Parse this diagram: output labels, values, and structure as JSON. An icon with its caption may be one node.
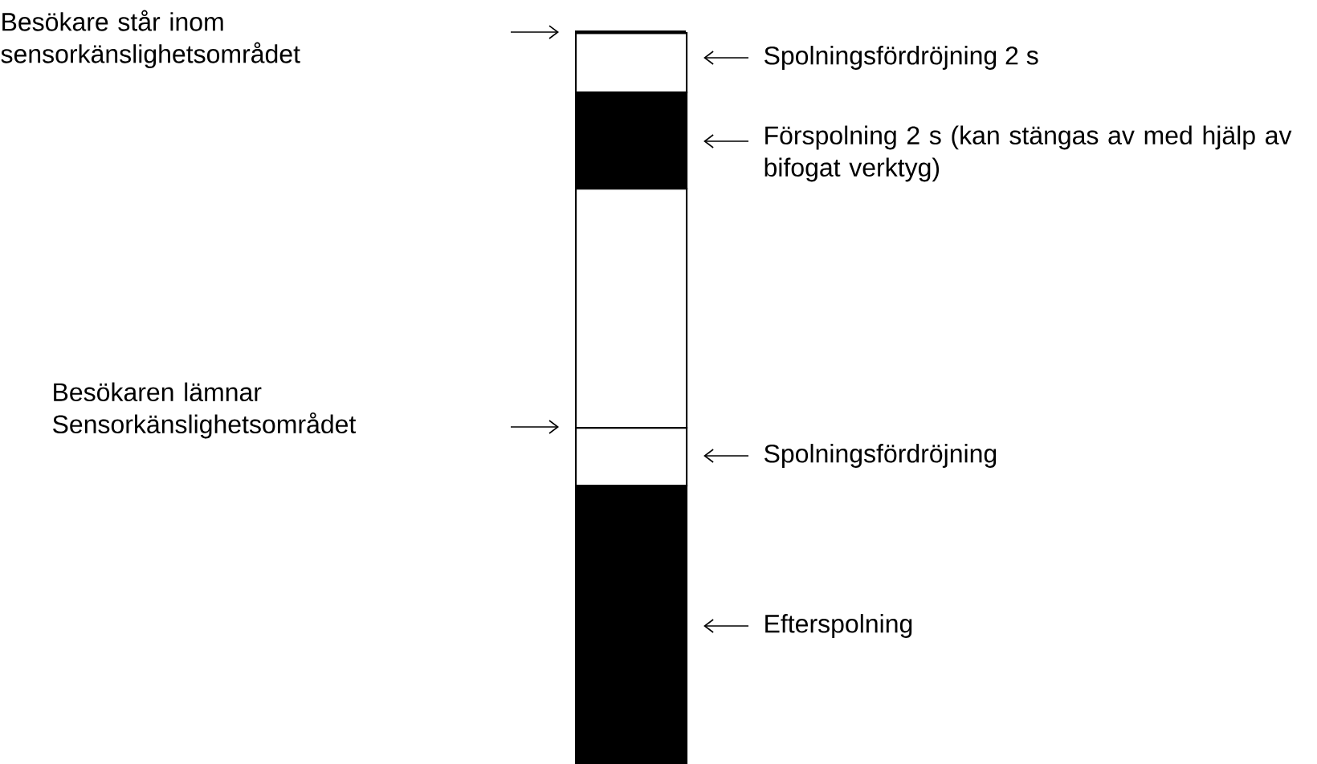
{
  "diagram": {
    "nodes": [
      {
        "text": [
          "Spolningsfördröjning 2 s"
        ]
      },
      {
        "text": [
          "Förspolning 2 s (kan stängas av med hjälp av  bifogat verktyg)"
        ]
      },
      {
        "text": [
          "Spolningsfördröjning"
        ]
      },
      {
        "text": [
          "Efterspolning"
        ]
      },
      {
        "text": [],
        "shape": "box"
      },
      {
        "text": [],
        "shape": "box"
      },
      {
        "text": [],
        "shape": "box"
      },
      {
        "text": [],
        "shape": "box"
      },
      {
        "text": [],
        "shape": "box"
      }
    ],
    "edges": [
      {
        "from": null,
        "to": 4,
        "arrow": "to"
      },
      {
        "from": null,
        "to": 7,
        "arrow": "to"
      },
      {
        "from": 0,
        "to": 4,
        "arrow": "to"
      },
      {
        "from": 1,
        "to": 5,
        "arrow": "to"
      },
      {
        "from": 2,
        "to": 7,
        "arrow": "to"
      },
      {
        "from": 3,
        "to": 8,
        "arrow": "to"
      }
    ],
    "labels": [
      "Besökare står inom sensorkänslighetsområdet",
      "Besökaren lämnar Sensorkänslighetsområdet"
    ]
  }
}
